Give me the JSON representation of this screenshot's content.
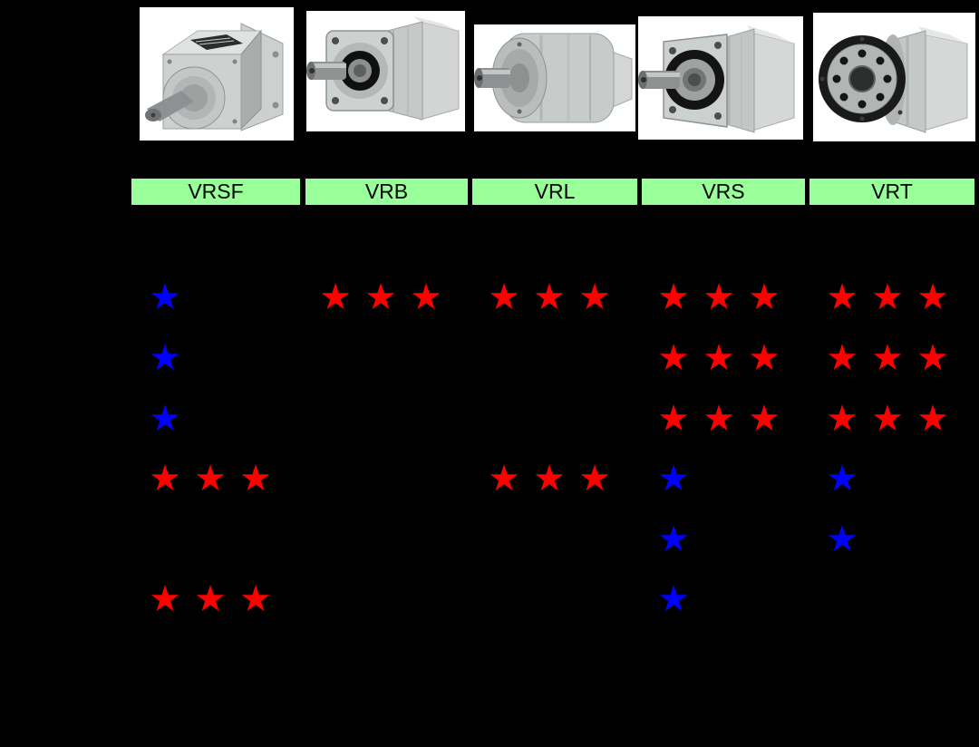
{
  "background": "#000000",
  "colors": {
    "header_bg": "#99ff99",
    "header_text": "#000000",
    "red": "#ff0000",
    "blue": "#0000ff",
    "image_bg": "#ffffff"
  },
  "star_symbol": "★",
  "columns": [
    {
      "id": "vrsf",
      "label": "VRSF"
    },
    {
      "id": "vrb",
      "label": "VRB"
    },
    {
      "id": "vrl",
      "label": "VRL"
    },
    {
      "id": "vrs",
      "label": "VRS"
    },
    {
      "id": "vrt",
      "label": "VRT"
    }
  ],
  "ratings": {
    "rows": [
      {
        "cells": [
          {
            "count": 1,
            "color": "blue"
          },
          {
            "count": 3,
            "color": "red"
          },
          {
            "count": 3,
            "color": "red"
          },
          {
            "count": 3,
            "color": "red"
          },
          {
            "count": 3,
            "color": "red"
          }
        ]
      },
      {
        "cells": [
          {
            "count": 1,
            "color": "blue"
          },
          {
            "count": 0,
            "color": ""
          },
          {
            "count": 0,
            "color": ""
          },
          {
            "count": 3,
            "color": "red"
          },
          {
            "count": 3,
            "color": "red"
          }
        ]
      },
      {
        "cells": [
          {
            "count": 1,
            "color": "blue"
          },
          {
            "count": 0,
            "color": ""
          },
          {
            "count": 0,
            "color": ""
          },
          {
            "count": 3,
            "color": "red"
          },
          {
            "count": 3,
            "color": "red"
          }
        ]
      },
      {
        "cells": [
          {
            "count": 3,
            "color": "red"
          },
          {
            "count": 0,
            "color": ""
          },
          {
            "count": 3,
            "color": "red"
          },
          {
            "count": 1,
            "color": "blue"
          },
          {
            "count": 1,
            "color": "blue"
          }
        ]
      },
      {
        "cells": [
          {
            "count": 0,
            "color": ""
          },
          {
            "count": 0,
            "color": ""
          },
          {
            "count": 0,
            "color": ""
          },
          {
            "count": 1,
            "color": "blue"
          },
          {
            "count": 1,
            "color": "blue"
          }
        ]
      },
      {
        "cells": [
          {
            "count": 3,
            "color": "red"
          },
          {
            "count": 0,
            "color": ""
          },
          {
            "count": 0,
            "color": ""
          },
          {
            "count": 1,
            "color": "blue"
          },
          {
            "count": 0,
            "color": ""
          }
        ]
      }
    ]
  }
}
